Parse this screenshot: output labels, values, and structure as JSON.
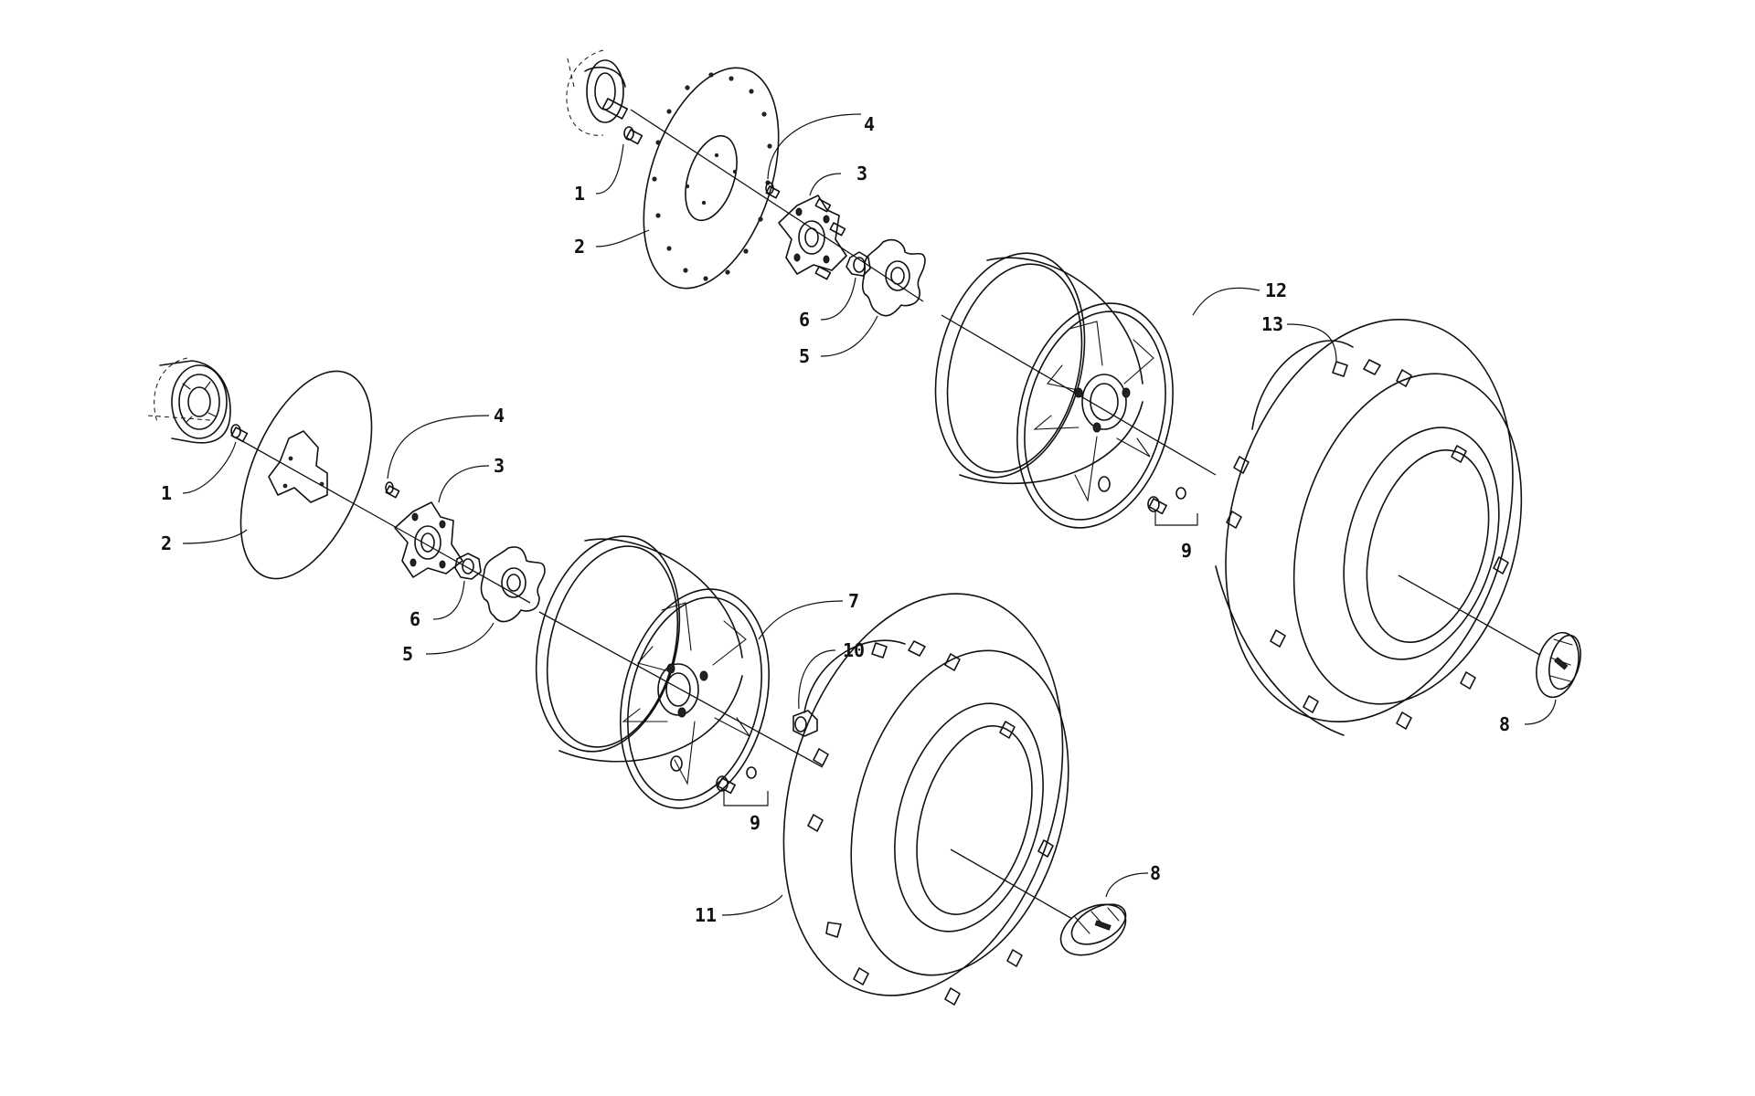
{
  "callouts": {
    "top_assembly": {
      "c1": "1",
      "c2": "2",
      "c3": "3",
      "c4": "4",
      "c5": "5",
      "c6": "6",
      "c9": "9",
      "c12": "12",
      "c13": "13",
      "c8": "8"
    },
    "bottom_assembly": {
      "c1": "1",
      "c2": "2",
      "c3": "3",
      "c4": "4",
      "c5": "5",
      "c6": "6",
      "c7": "7",
      "c10": "10",
      "c9": "9",
      "c11": "11",
      "c8": "8"
    }
  },
  "colors": {
    "ink": "#111111",
    "background": "#ffffff"
  }
}
